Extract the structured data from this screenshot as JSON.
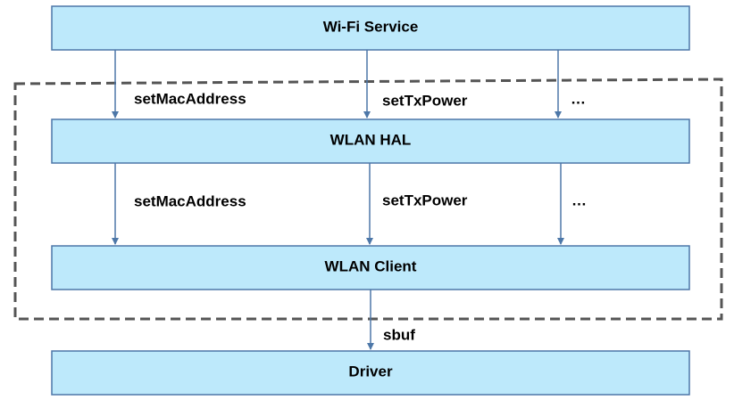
{
  "boxes": {
    "wifi_service": "Wi-Fi Service",
    "wlan_hal": "WLAN HAL",
    "wlan_client": "WLAN Client",
    "driver": "Driver"
  },
  "edges": {
    "service_to_hal": [
      "setMacAddress",
      "setTxPower",
      "…"
    ],
    "hal_to_client": [
      "setMacAddress",
      "setTxPower",
      "…"
    ],
    "client_to_driver": "sbuf"
  },
  "colors": {
    "box_fill": "#bde9fb",
    "box_stroke": "#4d77a8",
    "arrow": "#4d77a8",
    "dashed_boundary": "#555555"
  }
}
